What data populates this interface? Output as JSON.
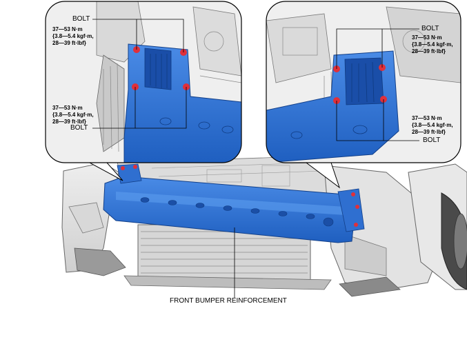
{
  "labels": {
    "bolt": "BOLT",
    "front_bumper_reinforcement": "FRONT BUMPER REINFORCEMENT"
  },
  "torque_spec": {
    "line1": "37—53 N·m",
    "line2": "{3.8—5.4 kgf·m,",
    "line3": "28—39 ft·lbf}"
  },
  "colors": {
    "reinforcement_blue": "#2f6fd0",
    "bolt_marker": "#e0303a",
    "line_art": "#555555",
    "callout_border": "#000000"
  },
  "icons": [
    "bolt-marker-icon"
  ]
}
